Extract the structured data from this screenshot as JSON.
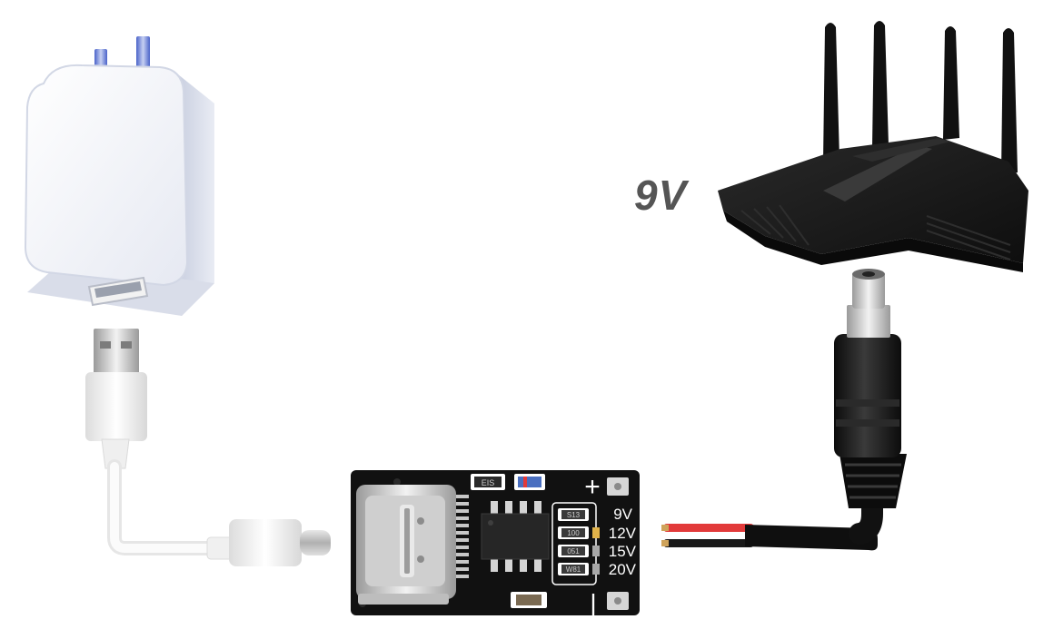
{
  "output_voltage_label": "9V",
  "board": {
    "plus_symbol": "+",
    "minus_symbol": "|",
    "chip_marking": "EIS",
    "voltage_options": [
      {
        "label": "9V",
        "pad": "S13"
      },
      {
        "label": "12V",
        "pad": "100"
      },
      {
        "label": "15V",
        "pad": "051"
      },
      {
        "label": "20V",
        "pad": "W81"
      }
    ]
  },
  "colors": {
    "charger_body": "#eef0f6",
    "cable": "#f4f4f4",
    "pcb": "#111111",
    "router": "#1b1b1b",
    "wire_red": "#e23a3a",
    "label_text": "#555555"
  }
}
